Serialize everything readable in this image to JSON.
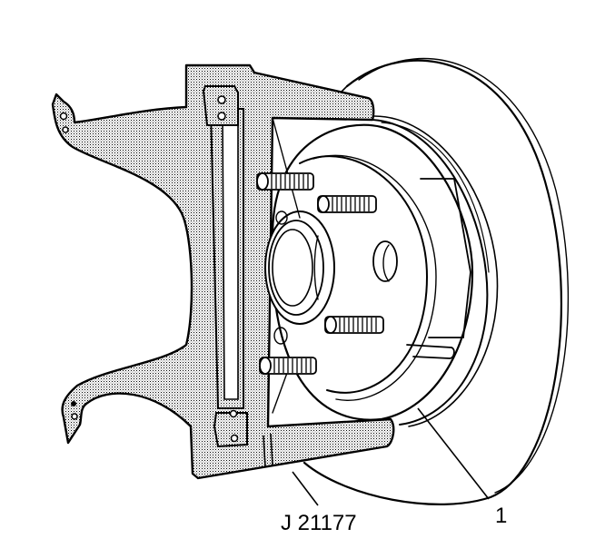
{
  "figure": {
    "description": "Wheel hub and brake rotor with hub-holding tool installed",
    "callouts": [
      {
        "id": "tool",
        "label": "J 21177"
      },
      {
        "id": "part",
        "label": "1"
      }
    ],
    "colors": {
      "line": "#000000",
      "background": "#ffffff",
      "tool_fill_dots": "#000000"
    }
  }
}
